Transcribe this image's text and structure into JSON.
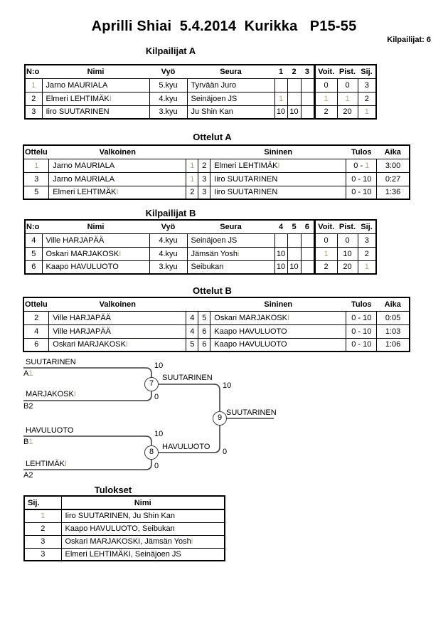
{
  "note": "Text wrapped in backticks (`) is rendered in the faint khaki color (thin-glyph print artifact in original).",
  "colors": {
    "faint_glyph": "#b3a87c",
    "bracket_line": "#3f3f3f",
    "text": "#000000",
    "background": "#ffffff"
  },
  "header": {
    "title": "Aprilli Shiai  5.4.2014  Kurikka   P15-55",
    "competitors_label": "Kilpailijat: 6"
  },
  "tables": {
    "kilpailijat_a": {
      "heading": "Kilpailijat A",
      "headers": [
        "N:o",
        "Nimi",
        "Vyö",
        "Seura",
        "1",
        "2",
        "3",
        "Voit.",
        "Pist.",
        "Sij."
      ],
      "rows": [
        [
          "`1`",
          "Jarno MAURIALA",
          "5.kyu",
          "Tyrvään Juro",
          "",
          "",
          "",
          "0",
          "0",
          "3"
        ],
        [
          "2",
          "Elmeri LEHTIMÄK`I`",
          "4.kyu",
          "Seinäjoen JS",
          "`1`",
          "",
          "",
          "`1`",
          "`1`",
          "2"
        ],
        [
          "3",
          "Iiro SUUTARINEN",
          "3.kyu",
          "Ju Shin Kan",
          "10",
          "10",
          "",
          "2",
          "20",
          "`1`"
        ]
      ]
    },
    "ottelut_a": {
      "heading": "Ottelut A",
      "headers": [
        "Ottelu",
        "Valkoinen",
        "",
        "",
        "Sininen",
        "Tulos",
        "Aika"
      ],
      "rows": [
        [
          "`1`",
          "Jarno MAURIALA",
          "`1`",
          "2",
          "Elmeri LEHTIMÄK`I`",
          "0 - `1`",
          "3:00"
        ],
        [
          "3",
          "Jarno MAURIALA",
          "`1`",
          "3",
          "Iiro SUUTARINEN",
          "0 - 10",
          "0:27"
        ],
        [
          "5",
          "Elmeri LEHTIMÄK`I`",
          "2",
          "3",
          "Iiro SUUTARINEN",
          "0 - 10",
          "1:36"
        ]
      ]
    },
    "kilpailijat_b": {
      "heading": "Kilpailijat B",
      "headers": [
        "N:o",
        "Nimi",
        "Vyö",
        "Seura",
        "4",
        "5",
        "6",
        "Voit.",
        "Pist.",
        "Sij."
      ],
      "rows": [
        [
          "4",
          "Ville HARJAPÄÄ",
          "4.kyu",
          "Seinäjoen JS",
          "",
          "",
          "",
          "0",
          "0",
          "3"
        ],
        [
          "5",
          "Oskari MARJAKOSK`I`",
          "4.kyu",
          "Jämsän Yosh`i`",
          "10",
          "",
          "",
          "`1`",
          "10",
          "2"
        ],
        [
          "6",
          "Kaapo HAVULUOTO",
          "3.kyu",
          "Seibukan",
          "10",
          "10",
          "",
          "2",
          "20",
          "`1`"
        ]
      ]
    },
    "ottelut_b": {
      "heading": "Ottelut B",
      "headers": [
        "Ottelu",
        "Valkoinen",
        "",
        "",
        "Sininen",
        "Tulos",
        "Aika"
      ],
      "rows": [
        [
          "2",
          "Ville HARJAPÄÄ",
          "4",
          "5",
          "Oskari MARJAKOSK`I`",
          "0 - 10",
          "0:05"
        ],
        [
          "4",
          "Ville HARJAPÄÄ",
          "4",
          "6",
          "Kaapo HAVULUOTO",
          "0 - 10",
          "1:03"
        ],
        [
          "6",
          "Oskari MARJAKOSK`I`",
          "5",
          "6",
          "Kaapo HAVULUOTO",
          "0 - 10",
          "1:06"
        ]
      ]
    },
    "tulokset": {
      "heading": "Tulokset",
      "headers": [
        "Sij.",
        "Nimi"
      ],
      "rows": [
        [
          "`1`",
          "Iiro SUUTARINEN, Ju Shin Kan"
        ],
        [
          "2",
          "Kaapo HAVULUOTO, Seibukan"
        ],
        [
          "3",
          "Oskari MARJAKOSKI, Jämsän Yosh`i`"
        ],
        [
          "3",
          "Elmeri LEHTIMÄKI, Seinäjoen JS"
        ]
      ]
    }
  },
  "bracket": {
    "entries": [
      {
        "name": "SUUTARINEN",
        "seed": "A`1`",
        "score": "10"
      },
      {
        "name": "MARJAKOSK`I`",
        "seed": "B2",
        "score": "0"
      },
      {
        "name": "HAVULUOTO",
        "seed": "B`1`",
        "score": "10"
      },
      {
        "name": "LEHTIMÄK`I`",
        "seed": "A2",
        "score": "0"
      }
    ],
    "matches": [
      {
        "number": "7",
        "winner": "SUUTARINEN",
        "score": "10"
      },
      {
        "number": "8",
        "winner": "HAVULUOTO",
        "score": "0"
      },
      {
        "number": "9",
        "winner": "SUUTARINEN",
        "score": ""
      }
    ]
  }
}
